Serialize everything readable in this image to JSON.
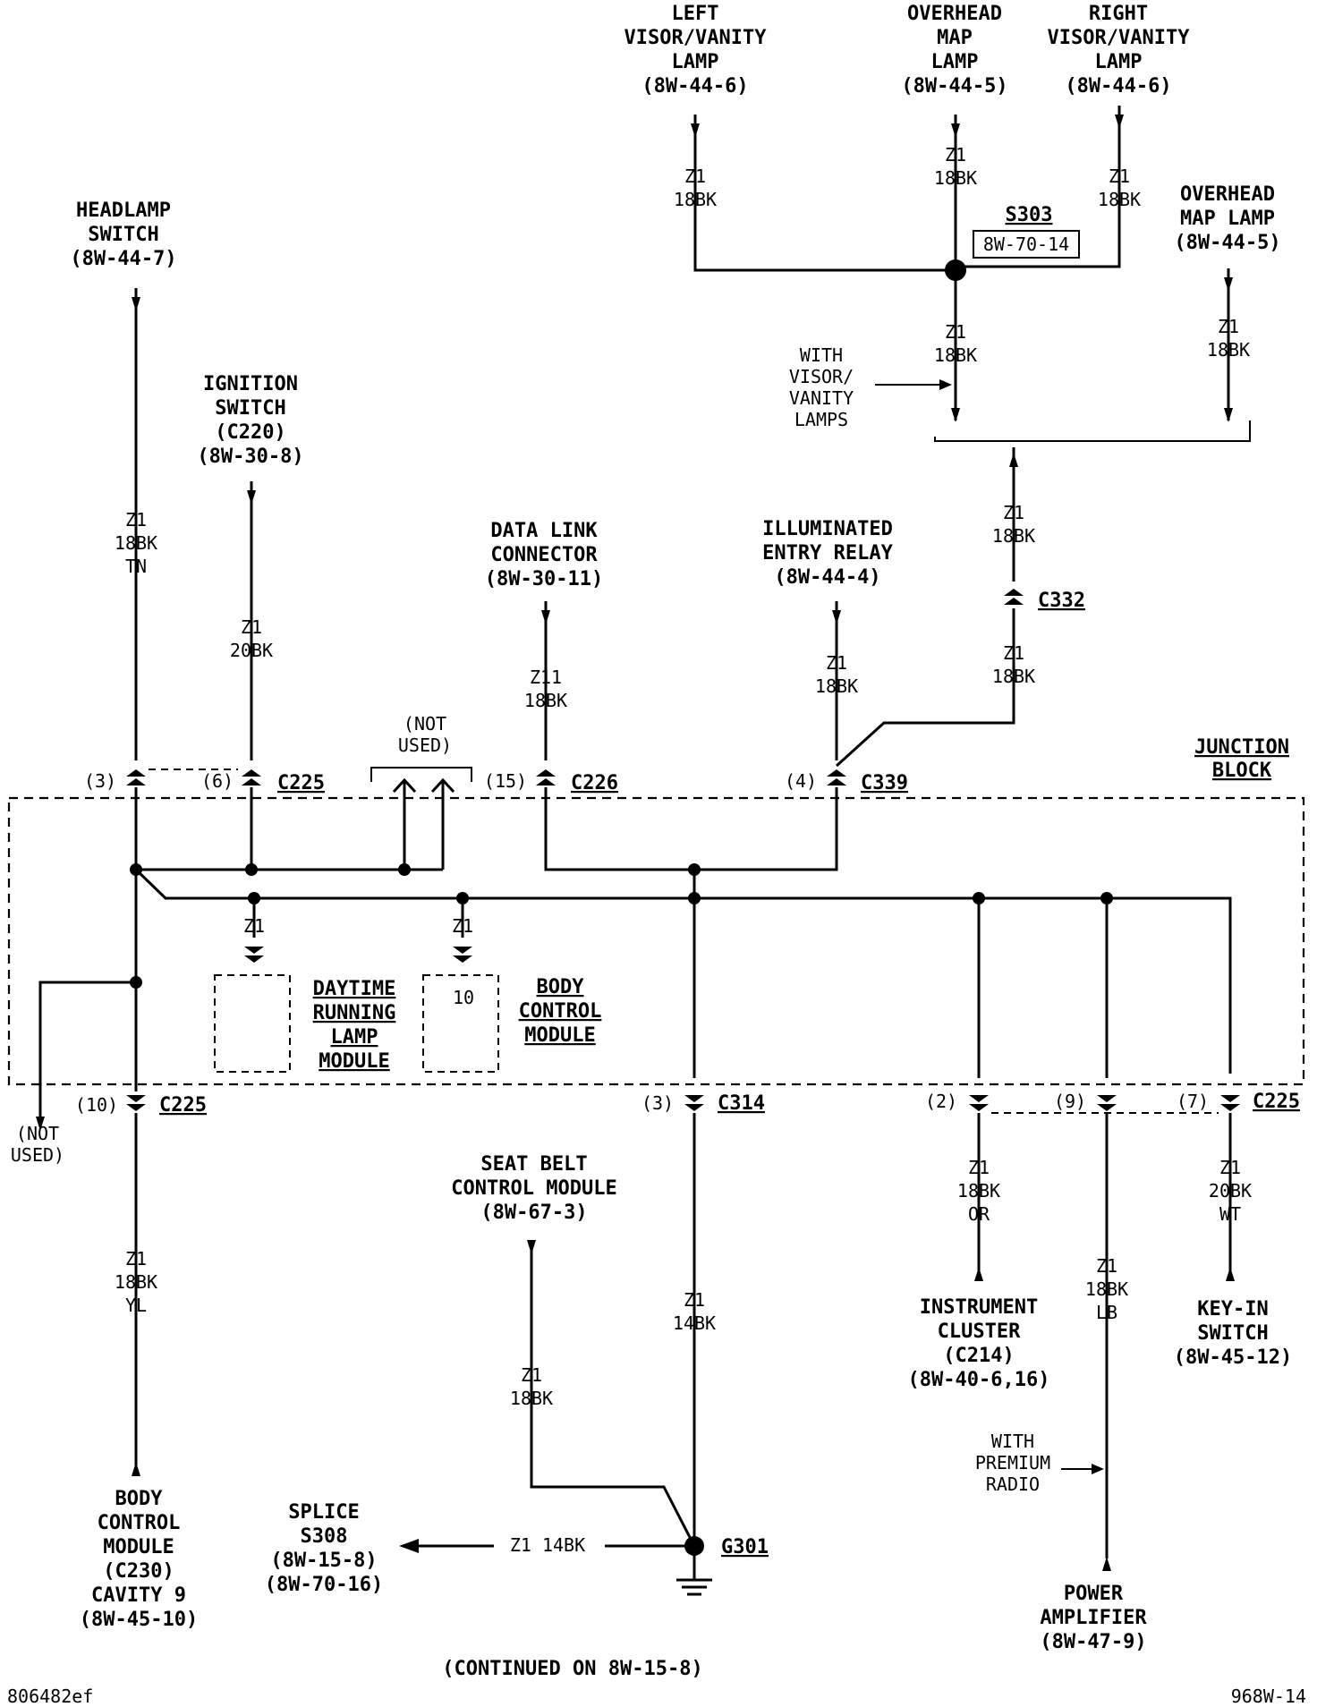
{
  "components": {
    "left_visor": {
      "name": [
        "LEFT",
        "VISOR/VANITY",
        "LAMP"
      ],
      "ref": "(8W-44-6)"
    },
    "overhead_map_top": {
      "name": [
        "OVERHEAD",
        "MAP",
        "LAMP"
      ],
      "ref": "(8W-44-5)"
    },
    "right_visor": {
      "name": [
        "RIGHT",
        "VISOR/VANITY",
        "LAMP"
      ],
      "ref": "(8W-44-6)"
    },
    "overhead_map_right": {
      "name": [
        "OVERHEAD",
        "MAP LAMP"
      ],
      "ref": "(8W-44-5)"
    },
    "headlamp_switch": {
      "name": [
        "HEADLAMP",
        "SWITCH"
      ],
      "ref": "(8W-44-7)"
    },
    "ignition_switch": {
      "name": [
        "IGNITION",
        "SWITCH",
        "(C220)"
      ],
      "ref": "(8W-30-8)"
    },
    "data_link": {
      "name": [
        "DATA LINK",
        "CONNECTOR"
      ],
      "ref": "(8W-30-11)"
    },
    "illuminated_entry": {
      "name": [
        "ILLUMINATED",
        "ENTRY RELAY"
      ],
      "ref": "(8W-44-4)"
    },
    "seat_belt": {
      "name": [
        "SEAT BELT",
        "CONTROL MODULE"
      ],
      "ref": "(8W-67-3)"
    },
    "bcm_bottom": {
      "name": [
        "BODY",
        "CONTROL",
        "MODULE",
        "(C230)",
        "CAVITY 9"
      ],
      "ref": "(8W-45-10)"
    },
    "splice_s308": {
      "name": [
        "SPLICE",
        "S308"
      ],
      "ref": [
        "(8W-15-8)",
        "(8W-70-16)"
      ]
    },
    "instrument_cluster": {
      "name": [
        "INSTRUMENT",
        "CLUSTER",
        "(C214)"
      ],
      "ref": "(8W-40-6,16)"
    },
    "key_in_switch": {
      "name": [
        "KEY-IN",
        "SWITCH"
      ],
      "ref": "(8W-45-12)"
    },
    "power_amplifier": {
      "name": [
        "POWER",
        "AMPLIFIER"
      ],
      "ref": "(8W-47-9)"
    },
    "drl_module": {
      "name": [
        "DAYTIME",
        "RUNNING",
        "LAMP",
        "MODULE"
      ]
    },
    "bcm_inside": {
      "name": [
        "BODY",
        "CONTROL",
        "MODULE"
      ],
      "cavity": "10"
    },
    "junction_block": {
      "name": [
        "JUNCTION",
        "BLOCK"
      ]
    }
  },
  "splice": {
    "name": "S303",
    "ref": "8W-70-14"
  },
  "ground": {
    "name": "G301"
  },
  "connectors": {
    "c225": "C225",
    "c226": "C226",
    "c339": "C339",
    "c332": "C332",
    "c314": "C314"
  },
  "pins": {
    "p3": "(3)",
    "p6": "(6)",
    "p15": "(15)",
    "p4": "(4)",
    "p10": "(10)",
    "p2": "(2)",
    "p9": "(9)",
    "p7": "(7)"
  },
  "wires": {
    "z1": "Z1",
    "z11": "Z11",
    "bk18": "18BK",
    "bk20": "20BK",
    "bk14": "14BK",
    "tn": "TN",
    "yl": "YL",
    "or": "OR",
    "lb": "LB",
    "wt": "WT",
    "z1_14bk": "Z1 14BK"
  },
  "notes": {
    "not_used_top": [
      "(NOT",
      "USED)"
    ],
    "not_used_left": [
      "(NOT",
      "USED)"
    ],
    "with_visor": [
      "WITH",
      "VISOR/",
      "VANITY",
      "LAMPS"
    ],
    "with_premium": [
      "WITH",
      "PREMIUM",
      "RADIO"
    ],
    "continued": "(CONTINUED ON 8W-15-8)",
    "footer_left": "806482ef",
    "footer_right": "968W-14"
  }
}
